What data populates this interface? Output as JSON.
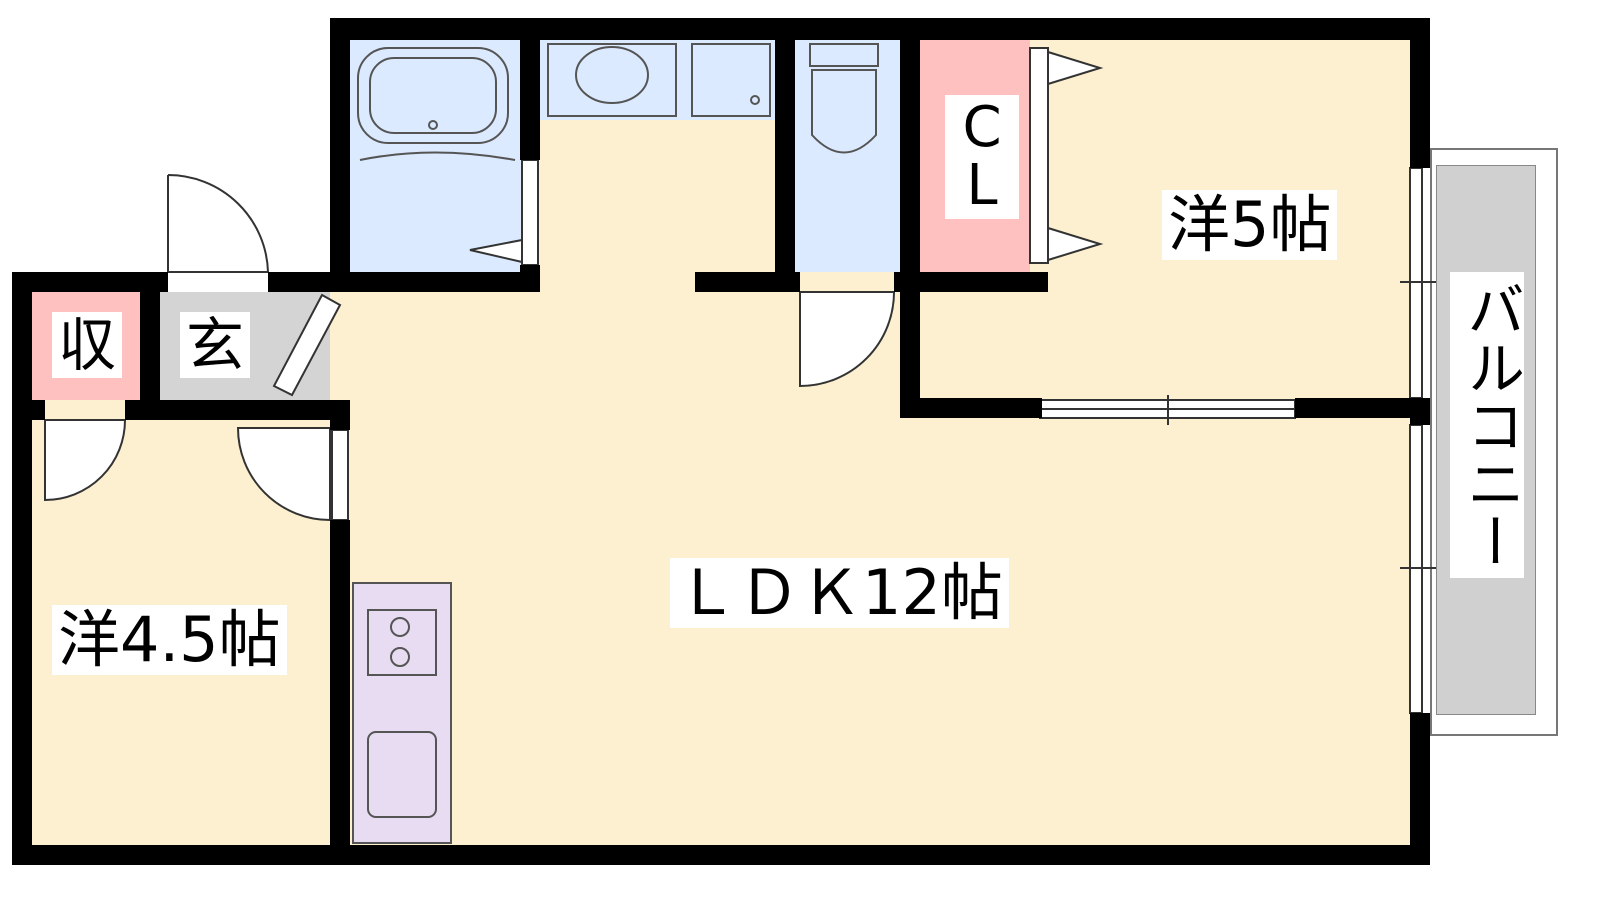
{
  "rooms": {
    "ldk": "ＬＤＫ12帖",
    "western5": "洋5帖",
    "western45": "洋4.5帖",
    "closet": "CL",
    "storage": "収",
    "entrance": "玄",
    "balcony": "バルコニー"
  },
  "colors": {
    "floor": "#fdf0d0",
    "wet": "#dbeaff",
    "storage": "#ffc0c0",
    "entrance": "#d4d4d4",
    "kitchen": "#e8dcf2",
    "balcony": "#d0d0d0"
  }
}
